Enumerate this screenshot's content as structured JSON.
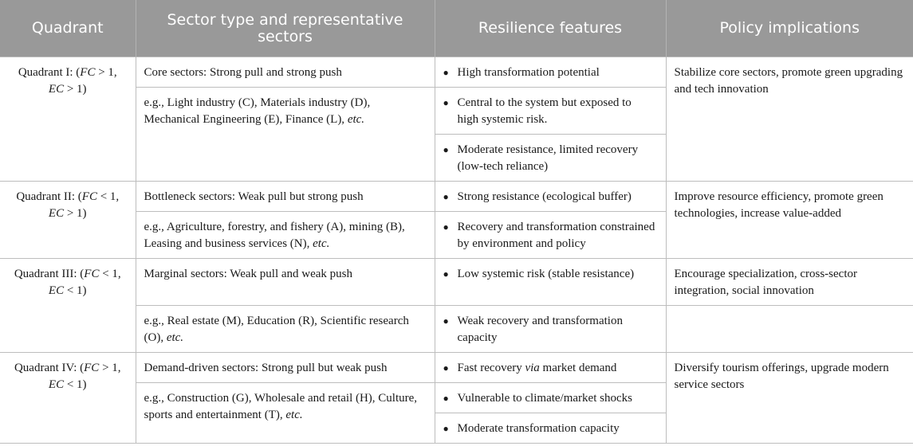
{
  "headers": [
    "Quadrant",
    "Sector type and representative sectors",
    "Resilience features",
    "Policy implications"
  ],
  "bullet_char": "●",
  "q1": {
    "quadrant": {
      "pre": "Quadrant I: (",
      "v1": "FC",
      "op1": " > 1,",
      "v2": "EC",
      "op2": " > 1)"
    },
    "sector_type": "Core sectors: Strong pull and strong push",
    "examples": {
      "text": "e.g., Light industry (C), Materials industry (D), Mechanical Engineering (E), Finance (L), ",
      "etc": "etc."
    },
    "features": [
      "High transformation potential",
      "Central to the system but exposed to high systemic risk.",
      "Moderate resistance, limited recovery (low-tech reliance)"
    ],
    "policy": "Stabilize core sectors, promote green upgrading and tech innovation"
  },
  "q2": {
    "quadrant": {
      "pre": "Quadrant II: (",
      "v1": "FC",
      "op1": " < 1,",
      "v2": "EC",
      "op2": " > 1)"
    },
    "sector_type": "Bottleneck sectors: Weak pull but strong push",
    "examples": {
      "text": "e.g., Agriculture, forestry, and fishery (A), mining (B), Leasing and business services (N), ",
      "etc": "etc."
    },
    "features": [
      "Strong resistance (ecological buffer)",
      "Recovery and transformation constrained by environment and policy"
    ],
    "policy": "Improve resource efficiency, promote green technologies, increase value-added"
  },
  "q3": {
    "quadrant": {
      "pre": "Quadrant III: (",
      "v1": "FC",
      "op1": " < 1,",
      "v2": "EC",
      "op2": " < 1)"
    },
    "sector_type": "Marginal sectors: Weak pull and weak push",
    "examples": {
      "text": "e.g., Real estate (M), Education (R), Scientific research (O), ",
      "etc": "etc."
    },
    "features": [
      "Low systemic risk (stable resistance)",
      "Weak recovery and transformation capacity"
    ],
    "policy": "Encourage specialization, cross-sector integration, social innovation"
  },
  "q4": {
    "quadrant": {
      "pre": "Quadrant IV: (",
      "v1": "FC",
      "op1": " > 1,",
      "v2": "EC",
      "op2": " < 1)"
    },
    "sector_type": "Demand-driven sectors: Strong pull but weak push",
    "examples": {
      "text": "e.g., Construction (G), Wholesale and retail (H), Culture, sports and entertainment (T), ",
      "etc": "etc."
    },
    "features": [
      {
        "pre": "Fast recovery ",
        "em": "via",
        "post": " market demand"
      },
      "Vulnerable to climate/market shocks",
      "Moderate transformation capacity"
    ],
    "policy": "Diversify tourism offerings, upgrade modern service sectors"
  }
}
